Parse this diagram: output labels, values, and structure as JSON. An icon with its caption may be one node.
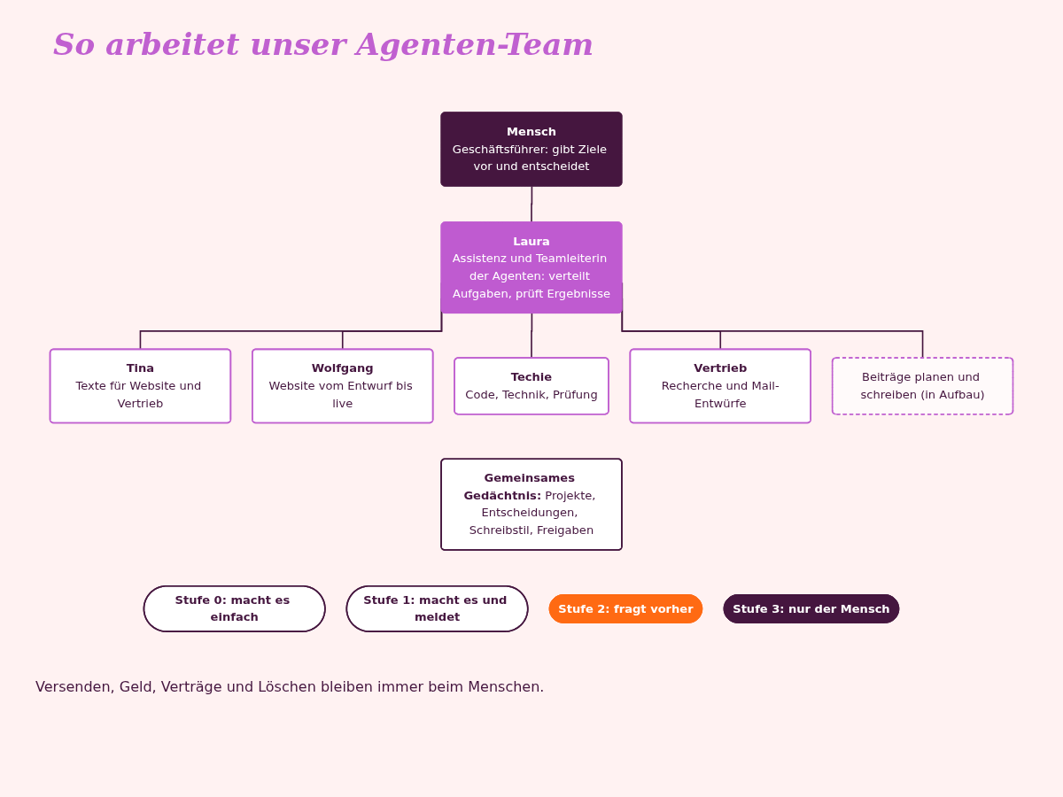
{
  "diagram": {
    "title": "So arbeitet unser Agenten-Team",
    "nodes": [
      {
        "text": [
          "Mensch",
          "Geschäftsführer: gibt Ziele vor und entscheidet"
        ]
      },
      {
        "text": [
          "Laura",
          "Assistenz und Teamleiterin der Agenten: verteilt Aufgaben, prüft Ergebnisse"
        ]
      },
      {
        "text": [
          "Tina",
          "Texte für Website und Vertrieb"
        ]
      },
      {
        "text": [
          "Wolfgang",
          "Website vom Entwurf bis live"
        ]
      },
      {
        "text": [
          "Techie",
          "Code, Technik, Prüfung"
        ]
      },
      {
        "text": [
          "Vertrieb",
          "Recherche und Mail-Entwürfe"
        ]
      },
      {
        "text": [
          "Beiträge planen und schreiben (in Aufbau)"
        ]
      },
      {
        "text": [
          "Gemeinsames Gedächtnis:",
          "Projekte, Entscheidungen, Schreibstil, Freigaben"
        ]
      },
      {
        "text": [
          "Stufe 0: macht es einfach"
        ]
      },
      {
        "text": [
          "Stufe 1: macht es und meldet"
        ]
      },
      {
        "text": [
          "Stufe 2: fragt vorher"
        ]
      },
      {
        "text": [
          "Stufe 3: nur der Mensch"
        ]
      }
    ],
    "edges": [
      {
        "from": 0,
        "to": 1,
        "arrow": "none"
      },
      {
        "from": 1,
        "to": 2,
        "arrow": "none"
      },
      {
        "from": 1,
        "to": 3,
        "arrow": "none"
      },
      {
        "from": 1,
        "to": 4,
        "arrow": "none"
      },
      {
        "from": 1,
        "to": 5,
        "arrow": "none"
      },
      {
        "from": 1,
        "to": 6,
        "arrow": "none"
      }
    ],
    "labels": [
      "Versenden, Geld, Verträge und Löschen bleiben immer beim Menschen."
    ]
  }
}
